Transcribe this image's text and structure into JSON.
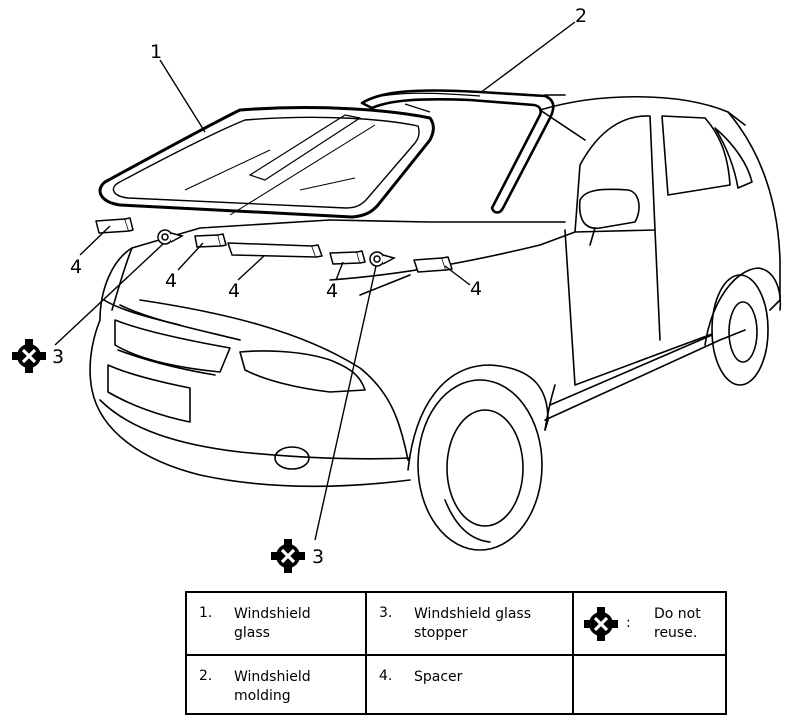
{
  "callouts": {
    "c1": "1",
    "c2": "2",
    "c3a": "3",
    "c3b": "3",
    "c4a": "4",
    "c4b": "4",
    "c4c": "4",
    "c4d": "4",
    "c4e": "4"
  },
  "legend": {
    "item1": {
      "number": "1.",
      "line1": "Windshield",
      "line2": "glass"
    },
    "item2": {
      "number": "2.",
      "line1": "Windshield",
      "line2": "molding"
    },
    "item3": {
      "number": "3.",
      "line1": "Windshield glass",
      "line2": "stopper"
    },
    "item4": {
      "number": "4.",
      "line1": "Spacer"
    },
    "symbol": {
      "icon": "do-not-reuse-icon",
      "colon": ":",
      "line1": "Do not",
      "line2": "reuse."
    }
  }
}
